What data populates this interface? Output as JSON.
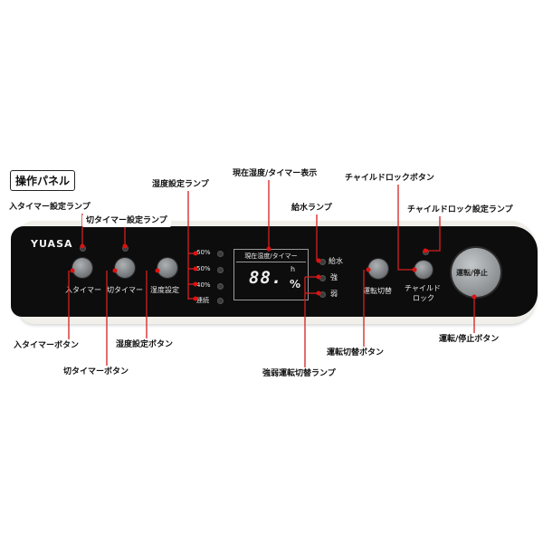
{
  "title": "操作パネル",
  "brand": "YUASA",
  "panel_labels": {
    "on_timer": "入タイマー",
    "off_timer": "切タイマー",
    "humidity_setting": "湿度設定",
    "level_60": "60%",
    "level_50": "50%",
    "level_40": "40%",
    "level_cont": "連続",
    "display_title": "現在湿度/タイマー",
    "display_digits": "88.",
    "display_hour": "h",
    "display_percent": "%",
    "water": "給水",
    "strong": "強",
    "weak": "弱",
    "mode_switch": "運転切替",
    "child_lock_line1": "チャイルド",
    "child_lock_line2": "ロック",
    "run_stop": "運転/停止"
  },
  "callouts": {
    "on_timer_lamp": "入タイマー設定ランプ",
    "off_timer_lamp": "切タイマー設定ランプ",
    "humidity_lamp": "湿度設定ランプ",
    "display": "現在湿度/タイマー表示",
    "water_lamp": "給水ランプ",
    "child_lock_button": "チャイルドロックボタン",
    "child_lock_lamp": "チャイルドロック設定ランプ",
    "on_timer_button": "入タイマーボタン",
    "off_timer_button": "切タイマーボタン",
    "humidity_button": "湿度設定ボタン",
    "strength_lamp": "強弱運転切替ランプ",
    "mode_button": "運転切替ボタン",
    "run_stop_button": "運転/停止ボタン"
  },
  "colors": {
    "panel": "#0d0d0d",
    "leader": "#d42020",
    "dot": "#e01010"
  }
}
